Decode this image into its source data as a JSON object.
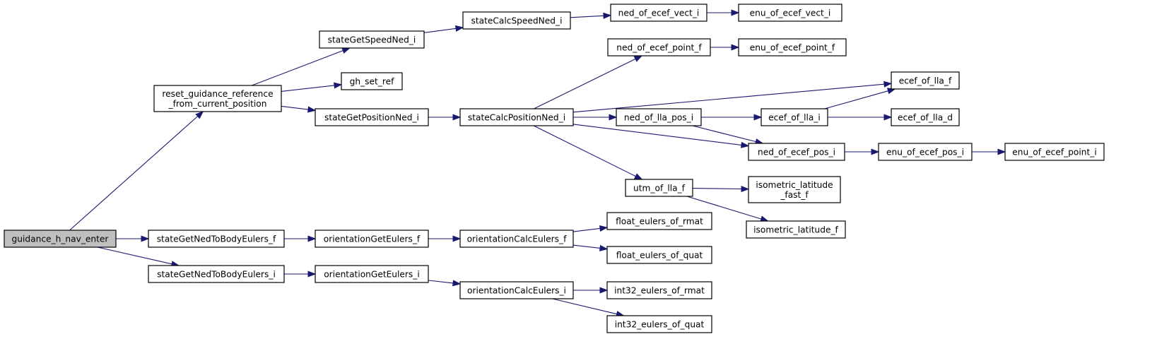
{
  "title": "",
  "nodes": {
    "guidance_h_nav_enter": "guidance_h_nav_enter",
    "reset_guidance_reference": [
      "reset_guidance_reference",
      "_from_current_position"
    ],
    "stateGetNedToBodyEulers_f": "stateGetNedToBodyEulers_f",
    "stateGetNedToBodyEulers_i": "stateGetNedToBodyEulers_i",
    "stateGetSpeedNed_i": "stateGetSpeedNed_i",
    "gh_set_ref": "gh_set_ref",
    "stateGetPositionNed_i": "stateGetPositionNed_i",
    "orientationGetEulers_f": "orientationGetEulers_f",
    "orientationGetEulers_i": "orientationGetEulers_i",
    "stateCalcSpeedNed_i": "stateCalcSpeedNed_i",
    "stateCalcPositionNed_i": "stateCalcPositionNed_i",
    "orientationCalcEulers_f": "orientationCalcEulers_f",
    "orientationCalcEulers_i": "orientationCalcEulers_i",
    "ned_of_ecef_vect_i": "ned_of_ecef_vect_i",
    "ned_of_ecef_point_f": "ned_of_ecef_point_f",
    "ned_of_lla_pos_i": "ned_of_lla_pos_i",
    "utm_of_lla_f": "utm_of_lla_f",
    "float_eulers_of_rmat": "float_eulers_of_rmat",
    "float_eulers_of_quat": "float_eulers_of_quat",
    "int32_eulers_of_rmat": "int32_eulers_of_rmat",
    "int32_eulers_of_quat": "int32_eulers_of_quat",
    "enu_of_ecef_vect_i": "enu_of_ecef_vect_i",
    "enu_of_ecef_point_f": "enu_of_ecef_point_f",
    "ecef_of_lla_i": "ecef_of_lla_i",
    "ned_of_ecef_pos_i": "ned_of_ecef_pos_i",
    "isometric_latitude_fast_f": [
      "isometric_latitude",
      "_fast_f"
    ],
    "isometric_latitude_f": "isometric_latitude_f",
    "ecef_of_lla_f": "ecef_of_lla_f",
    "ecef_of_lla_d": "ecef_of_lla_d",
    "enu_of_ecef_pos_i": "enu_of_ecef_pos_i",
    "enu_of_ecef_point_i": "enu_of_ecef_point_i"
  },
  "edges": [
    [
      "guidance_h_nav_enter",
      "reset_guidance_reference"
    ],
    [
      "guidance_h_nav_enter",
      "stateGetNedToBodyEulers_f"
    ],
    [
      "guidance_h_nav_enter",
      "stateGetNedToBodyEulers_i"
    ],
    [
      "reset_guidance_reference",
      "stateGetSpeedNed_i"
    ],
    [
      "reset_guidance_reference",
      "gh_set_ref"
    ],
    [
      "reset_guidance_reference",
      "stateGetPositionNed_i"
    ],
    [
      "stateGetSpeedNed_i",
      "stateCalcSpeedNed_i"
    ],
    [
      "stateCalcSpeedNed_i",
      "ned_of_ecef_vect_i"
    ],
    [
      "ned_of_ecef_vect_i",
      "enu_of_ecef_vect_i"
    ],
    [
      "stateGetPositionNed_i",
      "stateCalcPositionNed_i"
    ],
    [
      "stateCalcPositionNed_i",
      "ned_of_ecef_point_f"
    ],
    [
      "stateCalcPositionNed_i",
      "ecef_of_lla_f"
    ],
    [
      "stateCalcPositionNed_i",
      "ned_of_lla_pos_i"
    ],
    [
      "stateCalcPositionNed_i",
      "ned_of_ecef_pos_i"
    ],
    [
      "stateCalcPositionNed_i",
      "utm_of_lla_f"
    ],
    [
      "ned_of_ecef_point_f",
      "enu_of_ecef_point_f"
    ],
    [
      "ned_of_lla_pos_i",
      "ecef_of_lla_i"
    ],
    [
      "ned_of_lla_pos_i",
      "ned_of_ecef_pos_i"
    ],
    [
      "ecef_of_lla_i",
      "ecef_of_lla_f"
    ],
    [
      "ecef_of_lla_i",
      "ecef_of_lla_d"
    ],
    [
      "ned_of_ecef_pos_i",
      "enu_of_ecef_pos_i"
    ],
    [
      "enu_of_ecef_pos_i",
      "enu_of_ecef_point_i"
    ],
    [
      "utm_of_lla_f",
      "isometric_latitude_fast_f"
    ],
    [
      "utm_of_lla_f",
      "isometric_latitude_f"
    ],
    [
      "stateGetNedToBodyEulers_f",
      "orientationGetEulers_f"
    ],
    [
      "orientationGetEulers_f",
      "orientationCalcEulers_f"
    ],
    [
      "orientationCalcEulers_f",
      "float_eulers_of_rmat"
    ],
    [
      "orientationCalcEulers_f",
      "float_eulers_of_quat"
    ],
    [
      "stateGetNedToBodyEulers_i",
      "orientationGetEulers_i"
    ],
    [
      "orientationGetEulers_i",
      "orientationCalcEulers_i"
    ],
    [
      "orientationCalcEulers_i",
      "int32_eulers_of_rmat"
    ],
    [
      "orientationCalcEulers_i",
      "int32_eulers_of_quat"
    ]
  ]
}
